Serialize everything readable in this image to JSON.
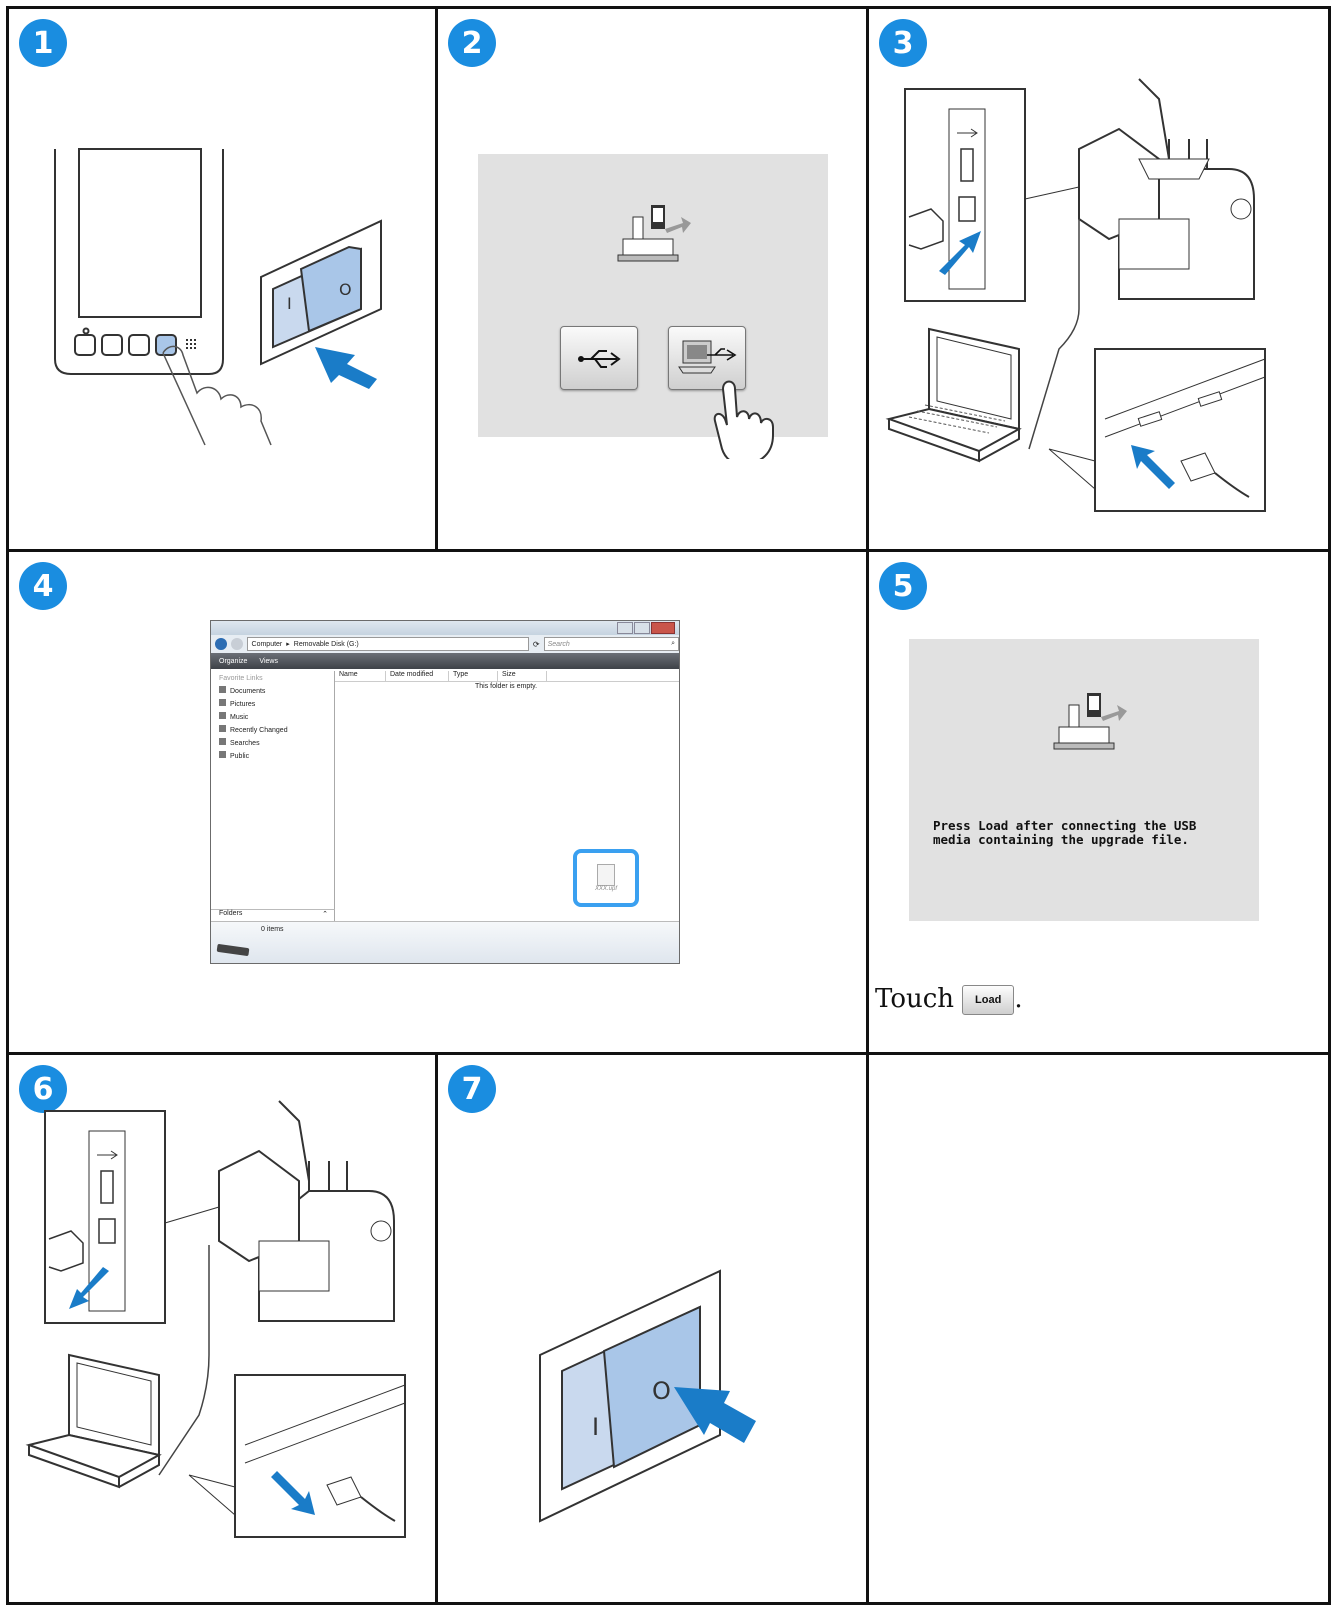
{
  "steps": [
    {
      "number": "1"
    },
    {
      "number": "2"
    },
    {
      "number": "3"
    },
    {
      "number": "4"
    },
    {
      "number": "5"
    },
    {
      "number": "6"
    },
    {
      "number": "7"
    }
  ],
  "step4_window": {
    "address_segments": [
      "Computer",
      "Removable Disk (G:)"
    ],
    "search_placeholder": "Search",
    "toolbar": {
      "organize": "Organize",
      "views": "Views"
    },
    "favorite_links_heading": "Favorite Links",
    "favorite_links": [
      "Documents",
      "Pictures",
      "Music",
      "Recently Changed",
      "Searches",
      "Public"
    ],
    "columns": [
      "Name",
      "Date modified",
      "Type",
      "Size"
    ],
    "empty_message": "This folder is empty.",
    "folders_label": "Folders",
    "item_count": "0 items",
    "file_label": "XXX.upf"
  },
  "step5": {
    "message_line1": "Press Load after connecting the USB",
    "message_line2": "media containing the upgrade file.",
    "instruction_prefix": "Touch",
    "load_button": "Load",
    "instruction_suffix": "."
  },
  "switch_labels": {
    "on": "I",
    "off": "O"
  },
  "colors": {
    "badge": "#1a8de0",
    "arrow": "#1a7cc8",
    "screen_bg": "#e1e1e1",
    "highlight": "#3aa0f0"
  }
}
